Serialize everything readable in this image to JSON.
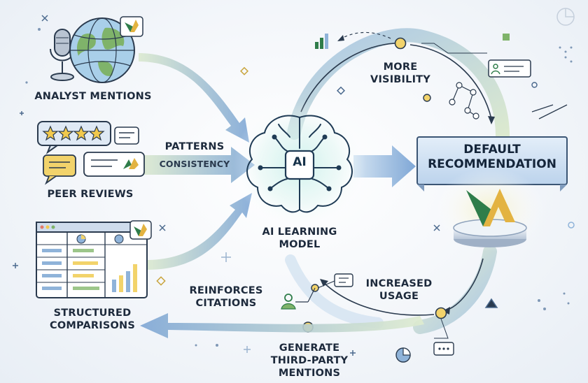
{
  "labels": {
    "analyst_mentions": "ANALYST MENTIONS",
    "peer_reviews": "PEER REVIEWS",
    "structured_comparisons_line1": "STRUCTURED",
    "structured_comparisons_line2": "COMPARISONS",
    "patterns": "PATTERNS",
    "consistency": "CONSISTENCY",
    "ai_badge": "AI",
    "ai_learning_line1": "AI LEARNING",
    "ai_learning_line2": "MODEL",
    "default_rec_line1": "DEFAULT",
    "default_rec_line2": "RECOMMENDATION",
    "more_visibility_line1": "MORE",
    "more_visibility_line2": "VISIBILITY",
    "increased_usage_line1": "INCREASED",
    "increased_usage_line2": "USAGE",
    "reinforces_line1": "REINFORCES",
    "reinforces_line2": "CITATIONS",
    "generate_line1": "GENERATE",
    "generate_line2": "THIRD-PARTY",
    "generate_line3": "MENTIONS"
  },
  "icons": [
    "microphone-icon",
    "globe-icon",
    "star-rating-icon",
    "chat-bubble-icon",
    "spreadsheet-icon",
    "brain-icon",
    "brand-logo-icon",
    "user-icon",
    "bar-chart-icon",
    "pie-chart-icon",
    "network-icon"
  ],
  "colors": {
    "arrow_blue": "#8fb3d9",
    "arrow_green": "#bcd9a4",
    "dark_text": "#1d2a3c",
    "accent_yellow": "#f2d36b",
    "brand_green": "#2f7d4a",
    "brand_gold": "#e3b341",
    "banner_blue": "#c9ddf0"
  }
}
